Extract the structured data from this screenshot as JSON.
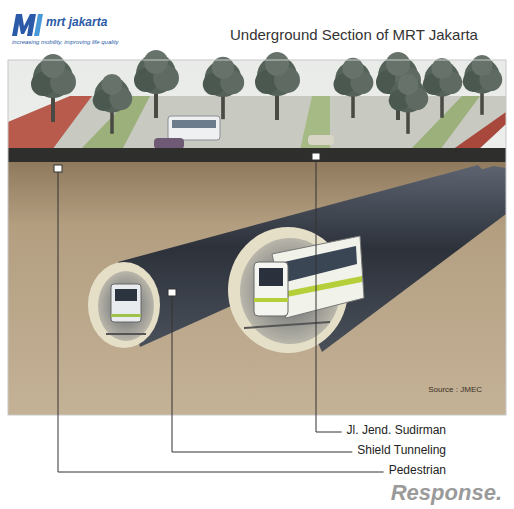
{
  "diagram": {
    "title": "Underground Section of MRT Jakarta",
    "labels": [
      "mrt jakarta",
      "increasing mobility, improving life quality",
      "Source : JMEC",
      "Jl. Jend. Sudirman",
      "Shield Tunneling",
      "Pedestrian",
      "Response."
    ]
  }
}
